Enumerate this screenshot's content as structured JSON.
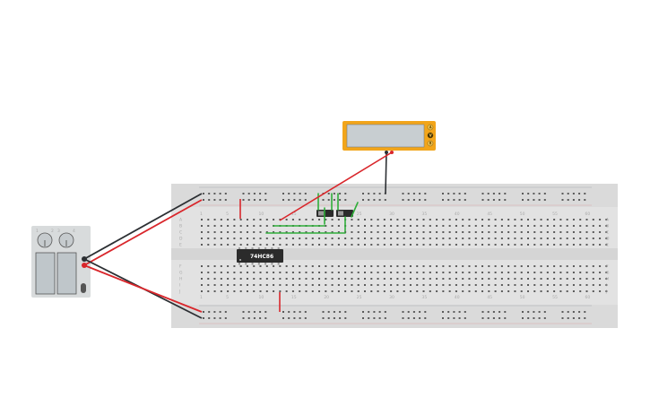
{
  "chip": {
    "label": "74HC86"
  },
  "multimeter": {
    "buttons": [
      "A",
      "V",
      "R"
    ],
    "colors": {
      "body": "#f2a51a",
      "screen": "#c8ced1"
    }
  },
  "power_supply": {
    "knob_labels": [
      "1",
      "2",
      "3",
      "4"
    ],
    "colors": {
      "body": "#d8dbdc",
      "panel": "#bfc6ca"
    }
  },
  "breadboard": {
    "column_numbers": [
      "1",
      "5",
      "10",
      "15",
      "20",
      "25",
      "30",
      "35",
      "40",
      "45",
      "50",
      "55",
      "60"
    ],
    "row_letters_top": [
      "A",
      "B",
      "C",
      "D",
      "E"
    ],
    "row_letters_bottom": [
      "F",
      "G",
      "H",
      "I",
      "J"
    ],
    "colors": {
      "board": "#e2e2e2",
      "hole": "#5b5b5b",
      "rail_red": "#d9262b",
      "rail_blue": "#2a3b4d"
    }
  },
  "wire_colors": {
    "red": "#d9262b",
    "black": "#2c2f33",
    "green": "#2fae3a"
  }
}
